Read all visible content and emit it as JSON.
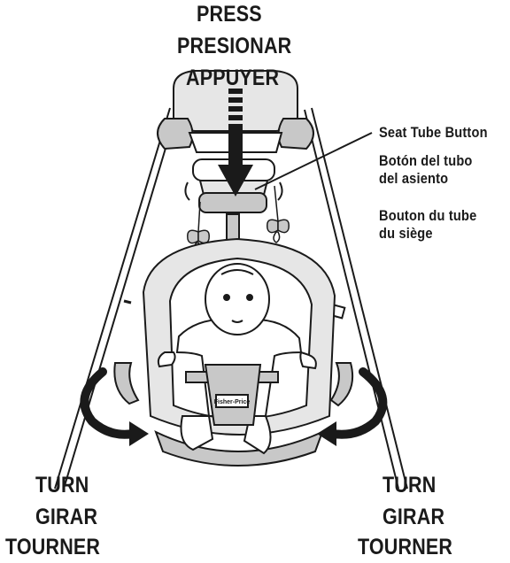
{
  "press_labels": {
    "en": "PRESS",
    "es": "PRESIONAR",
    "fr": "APPUYER"
  },
  "callout": {
    "en": "Seat Tube Button",
    "es_line1": "Botón del tubo",
    "es_line2": "del asiento",
    "fr_line1": "Bouton du tube",
    "fr_line2": "du siège"
  },
  "turn_left": {
    "en": "TURN",
    "es": "GIRAR",
    "fr": "TOURNER"
  },
  "turn_right": {
    "en": "TURN",
    "es": "GIRAR",
    "fr": "TOURNER"
  },
  "seat_brand": "Fisher-Price",
  "colors": {
    "ink": "#1a1a1a",
    "shade": "#c8c8c8",
    "light": "#e6e6e6",
    "paper": "#ffffff"
  }
}
